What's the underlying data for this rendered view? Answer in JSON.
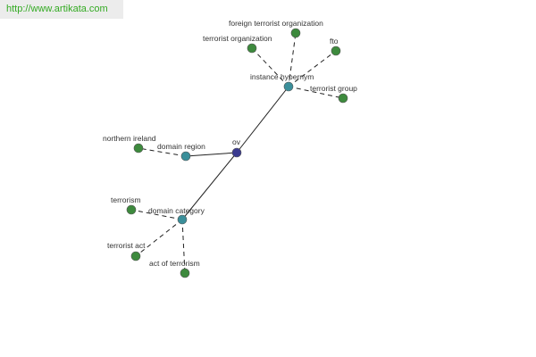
{
  "watermark": {
    "url": "http://www.artikata.com"
  },
  "colors": {
    "root_node": "#3b3b90",
    "relation_node": "#3a8f9a",
    "leaf_node": "#3d8a3d",
    "edge": "#222222",
    "label": "#333333",
    "watermark_text": "#33aa22",
    "watermark_bg": "#ececec"
  },
  "graph": {
    "root": {
      "label": "ov"
    },
    "relations": [
      {
        "label": "instance hypernym",
        "children": [
          {
            "label": "foreign terrorist organization"
          },
          {
            "label": "terrorist organization"
          },
          {
            "label": "fto"
          },
          {
            "label": "terrorist group"
          }
        ]
      },
      {
        "label": "domain region",
        "children": [
          {
            "label": "northern ireland"
          }
        ]
      },
      {
        "label": "domain category",
        "children": [
          {
            "label": "terrorism"
          },
          {
            "label": "terrorist act"
          },
          {
            "label": "act of terrorism"
          }
        ]
      }
    ]
  }
}
